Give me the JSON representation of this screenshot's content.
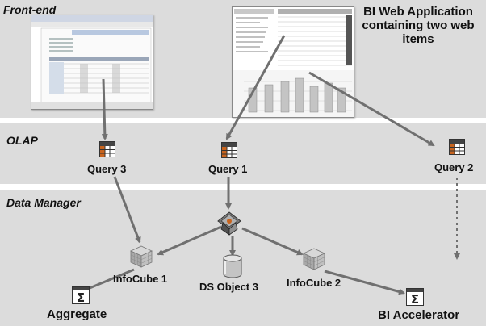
{
  "layers": {
    "frontend": "Front-end",
    "olap": "OLAP",
    "data_manager": "Data Manager"
  },
  "title": "BI Web Application containing two web items",
  "thumbnails": {
    "excel_title": "Sales Overview, March 2005"
  },
  "nodes": {
    "query3": "Query 3",
    "query1": "Query 1",
    "query2": "Query 2",
    "infocube1": "InfoCube 1",
    "infocube2": "InfoCube 2",
    "ds_object3": "DS Object 3",
    "aggregate": "Aggregate",
    "bi_accelerator": "BI Accelerator"
  },
  "icons": {
    "query": "table-grid-icon",
    "cube": "infocube-icon",
    "dso": "database-cylinder-icon",
    "aggregate": "sigma-icon",
    "analytic_engine": "process-engine-icon"
  },
  "colors": {
    "band": "#dcdcdc",
    "arrow": "#707070",
    "accent_orange": "#c8641e"
  }
}
